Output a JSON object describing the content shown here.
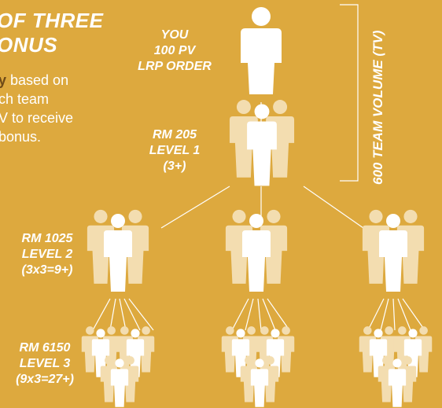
{
  "title": {
    "line1": "OF THREE",
    "line2": "ONUS"
  },
  "description": {
    "line1_highlight": "y",
    "line1_rest": " based on",
    "line2": "ch team",
    "line3": "V to receive",
    "line4": "bonus."
  },
  "you_node": {
    "line1": "YOU",
    "line2": "100 PV",
    "line3": "LRP ORDER"
  },
  "level1": {
    "line1": "RM 205",
    "line2": "LEVEL 1",
    "line3": "(3+)"
  },
  "level2": {
    "line1": "RM 1025",
    "line2": "LEVEL 2",
    "line3": "(3x3=9+)"
  },
  "level3": {
    "line1": "RM 6150",
    "line2": "LEVEL 3",
    "line3": "(9x3=27+)"
  },
  "team_volume_label": "600 TEAM VOLUME (TV)",
  "colors": {
    "background": "#DDA93E",
    "figure": "#FFFFFF",
    "figure_back": "#F3DDB0",
    "highlight": "#6E4A17"
  }
}
